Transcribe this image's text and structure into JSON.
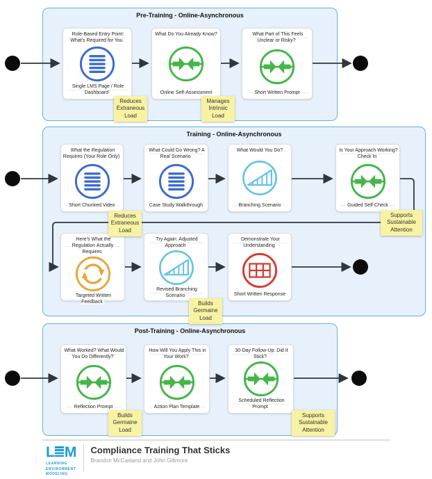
{
  "lanes": [
    {
      "title": "Pre-Training - Online-Asynchronous",
      "rows": [
        [
          {
            "title": "Role-Based Entry Point: What's Required for You",
            "caption": "Single LMS Page / Role Dashboard",
            "icon": "lines-icon"
          },
          {
            "title": "What Do You Already Know?",
            "caption": "Online Self-Assessment",
            "icon": "converge-arrows-icon"
          },
          {
            "title": "What Part of This Feels Unclear or Risky?",
            "caption": "Short Written Prompt",
            "icon": "converge-arrows-icon"
          }
        ]
      ]
    },
    {
      "title": "Training - Online-Asynchronous",
      "rows": [
        [
          {
            "title": "What the Regulation Requires (Your Role Only)",
            "caption": "Short Chunked Video",
            "icon": "lines-icon"
          },
          {
            "title": "What Could Go Wrong? A Real Scenario",
            "caption": "Case Study Walkthrough",
            "icon": "lines-icon"
          },
          {
            "title": "What Would You Do?",
            "caption": "Branching Scenario",
            "icon": "growth-ramp-icon"
          },
          {
            "title": "Is Your Approach Working? Check In",
            "caption": "Guided Self-Check",
            "icon": "converge-arrows-icon"
          }
        ],
        [
          {
            "title": "Here's What the Regulation Actually Requires",
            "caption": "Targeted Written Feedback",
            "icon": "cycle-arrows-icon"
          },
          {
            "title": "Try Again: Adjusted Approach",
            "caption": "Revised Branching Scenario",
            "icon": "growth-ramp-icon"
          },
          {
            "title": "Demonstrate Your Understanding",
            "caption": "Short Written Response",
            "icon": "table-grid-icon"
          }
        ]
      ]
    },
    {
      "title": "Post-Training - Online-Asynchronous",
      "rows": [
        [
          {
            "title": "What Worked? What Would You Do Differently?",
            "caption": "Reflection Prompt",
            "icon": "converge-arrows-icon"
          },
          {
            "title": "How Will You Apply This in Your Work?",
            "caption": "Action Plan Template",
            "icon": "converge-arrows-icon"
          },
          {
            "title": "30-Day Follow-Up: Did It Stick?",
            "caption": "Scheduled Reflection Prompt",
            "icon": "converge-arrows-icon"
          }
        ]
      ]
    }
  ],
  "notes": [
    {
      "text": "Reduces Extraneous Load"
    },
    {
      "text": "Manages Intrinsic Load"
    },
    {
      "text": "Reduces Extraneous Load"
    },
    {
      "text": "Supports Sustainable Attention"
    },
    {
      "text": "Builds Germaine Load"
    },
    {
      "text": "Builds Germaine Load"
    },
    {
      "text": "Supports Sustainable Attention"
    }
  ],
  "footer": {
    "title": "Compliance Training That Sticks",
    "authors": "Brandon McCasland and John Gillmore",
    "logo": {
      "l": "L",
      "m": "M",
      "sub1": "LEARNING",
      "sub2": "ENVIRONMENT",
      "sub3": "MODELING"
    }
  },
  "colors": {
    "lane_fill": "#E7F1FB",
    "lane_border": "#64AFE0",
    "note_fill": "#F8F2A3",
    "icon_blue": "#3B6BD0",
    "icon_green": "#45B649",
    "icon_light_blue": "#67C3E9",
    "icon_orange": "#E8A63A",
    "icon_red": "#D63B30",
    "connector": "#2F363D",
    "brand_blue": "#1C9AD6"
  }
}
